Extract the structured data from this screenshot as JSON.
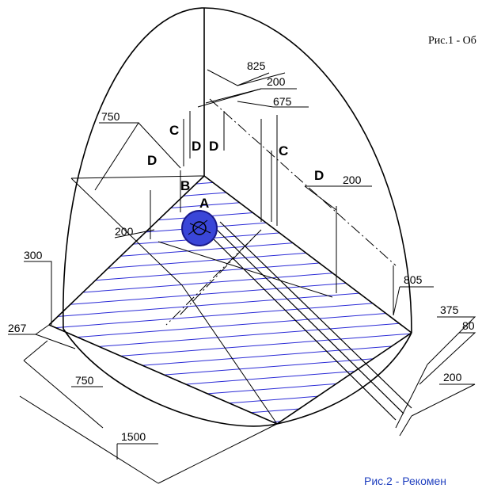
{
  "captions": {
    "fig1": "Рис.1 - Об",
    "fig2": "Рис.2 - Рекомен"
  },
  "dimensions": {
    "d825": "825",
    "d200_top": "200",
    "d675": "675",
    "d750_top": "750",
    "d200_right": "200",
    "d200_left": "200",
    "d300": "300",
    "d805": "805",
    "d375": "375",
    "d267": "267",
    "d80": "80",
    "d750_bottom": "750",
    "d200_bottom": "200",
    "d1500": "1500"
  },
  "labels": {
    "A": "A",
    "B": "B",
    "C_left": "C",
    "C_right": "C",
    "D_left": "D",
    "D_mid1": "D",
    "D_mid2": "D",
    "D_right": "D"
  },
  "colors": {
    "hatch": "#2a2ad6",
    "marker_fill": "#3a46d8",
    "marker_dark": "#1a1a8a",
    "caption_blue": "#1f3fbf"
  }
}
